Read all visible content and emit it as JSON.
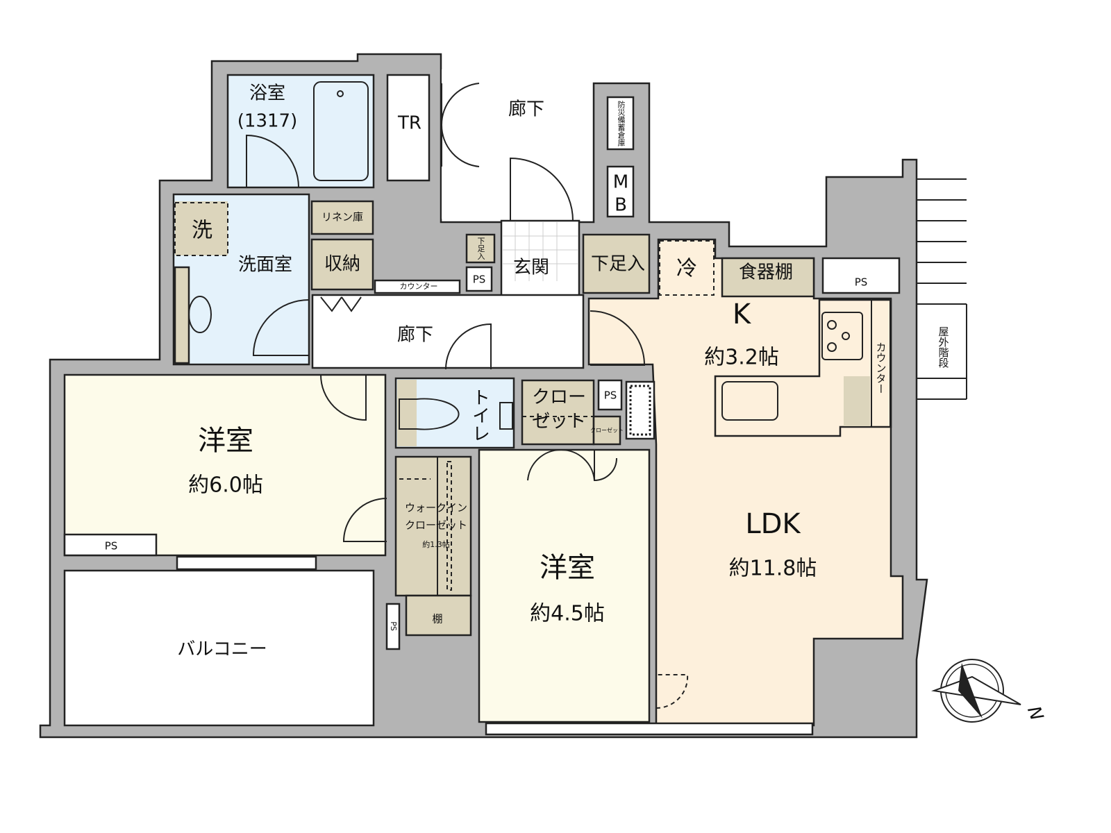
{
  "rooms": {
    "bath": "浴室",
    "bath_size": "(1317)",
    "tr": "TR",
    "corridor_outer": "廊下",
    "bousai": "防災備蓄倉庫",
    "mb_m": "M",
    "mb_b": "B",
    "wash": "洗",
    "washroom": "洗面室",
    "linen": "リネン庫",
    "storage": "収納",
    "shoe_small": "下足入",
    "ps_entry": "PS",
    "genkan": "玄関",
    "shoe": "下足入",
    "fridge": "冷",
    "cupboard": "食器棚",
    "ps_kitchen": "PS",
    "counter_top": "カウンター",
    "hallway": "廊下",
    "kitchen": "K",
    "kitchen_size": "約3.2帖",
    "counter_kitchen": "カウンター",
    "outdoor_stairs": "屋外階段",
    "toilet": "トイレ",
    "closet_a": "クロー",
    "closet_b": "ゼット",
    "ps_closet": "PS",
    "closet_small": "クローゼット",
    "western1": "洋室",
    "western1_size": "約6.0帖",
    "ps_western": "PS",
    "wic_a": "ウォークイン",
    "wic_b": "クローゼット",
    "wic_size": "約1.3帖",
    "shelf": "棚",
    "ps_small": "PS",
    "balcony": "バルコニー",
    "western2": "洋室",
    "western2_size": "約4.5帖",
    "ldk": "LDK",
    "ldk_size": "約11.8帖"
  },
  "compass": {
    "label": "N"
  },
  "colors": {
    "wall": "#b4b4b4",
    "ldk": "#fdf0dc",
    "western": "#fdfbea",
    "wet": "#e4f2fb",
    "storage": "#dcd5bc"
  }
}
